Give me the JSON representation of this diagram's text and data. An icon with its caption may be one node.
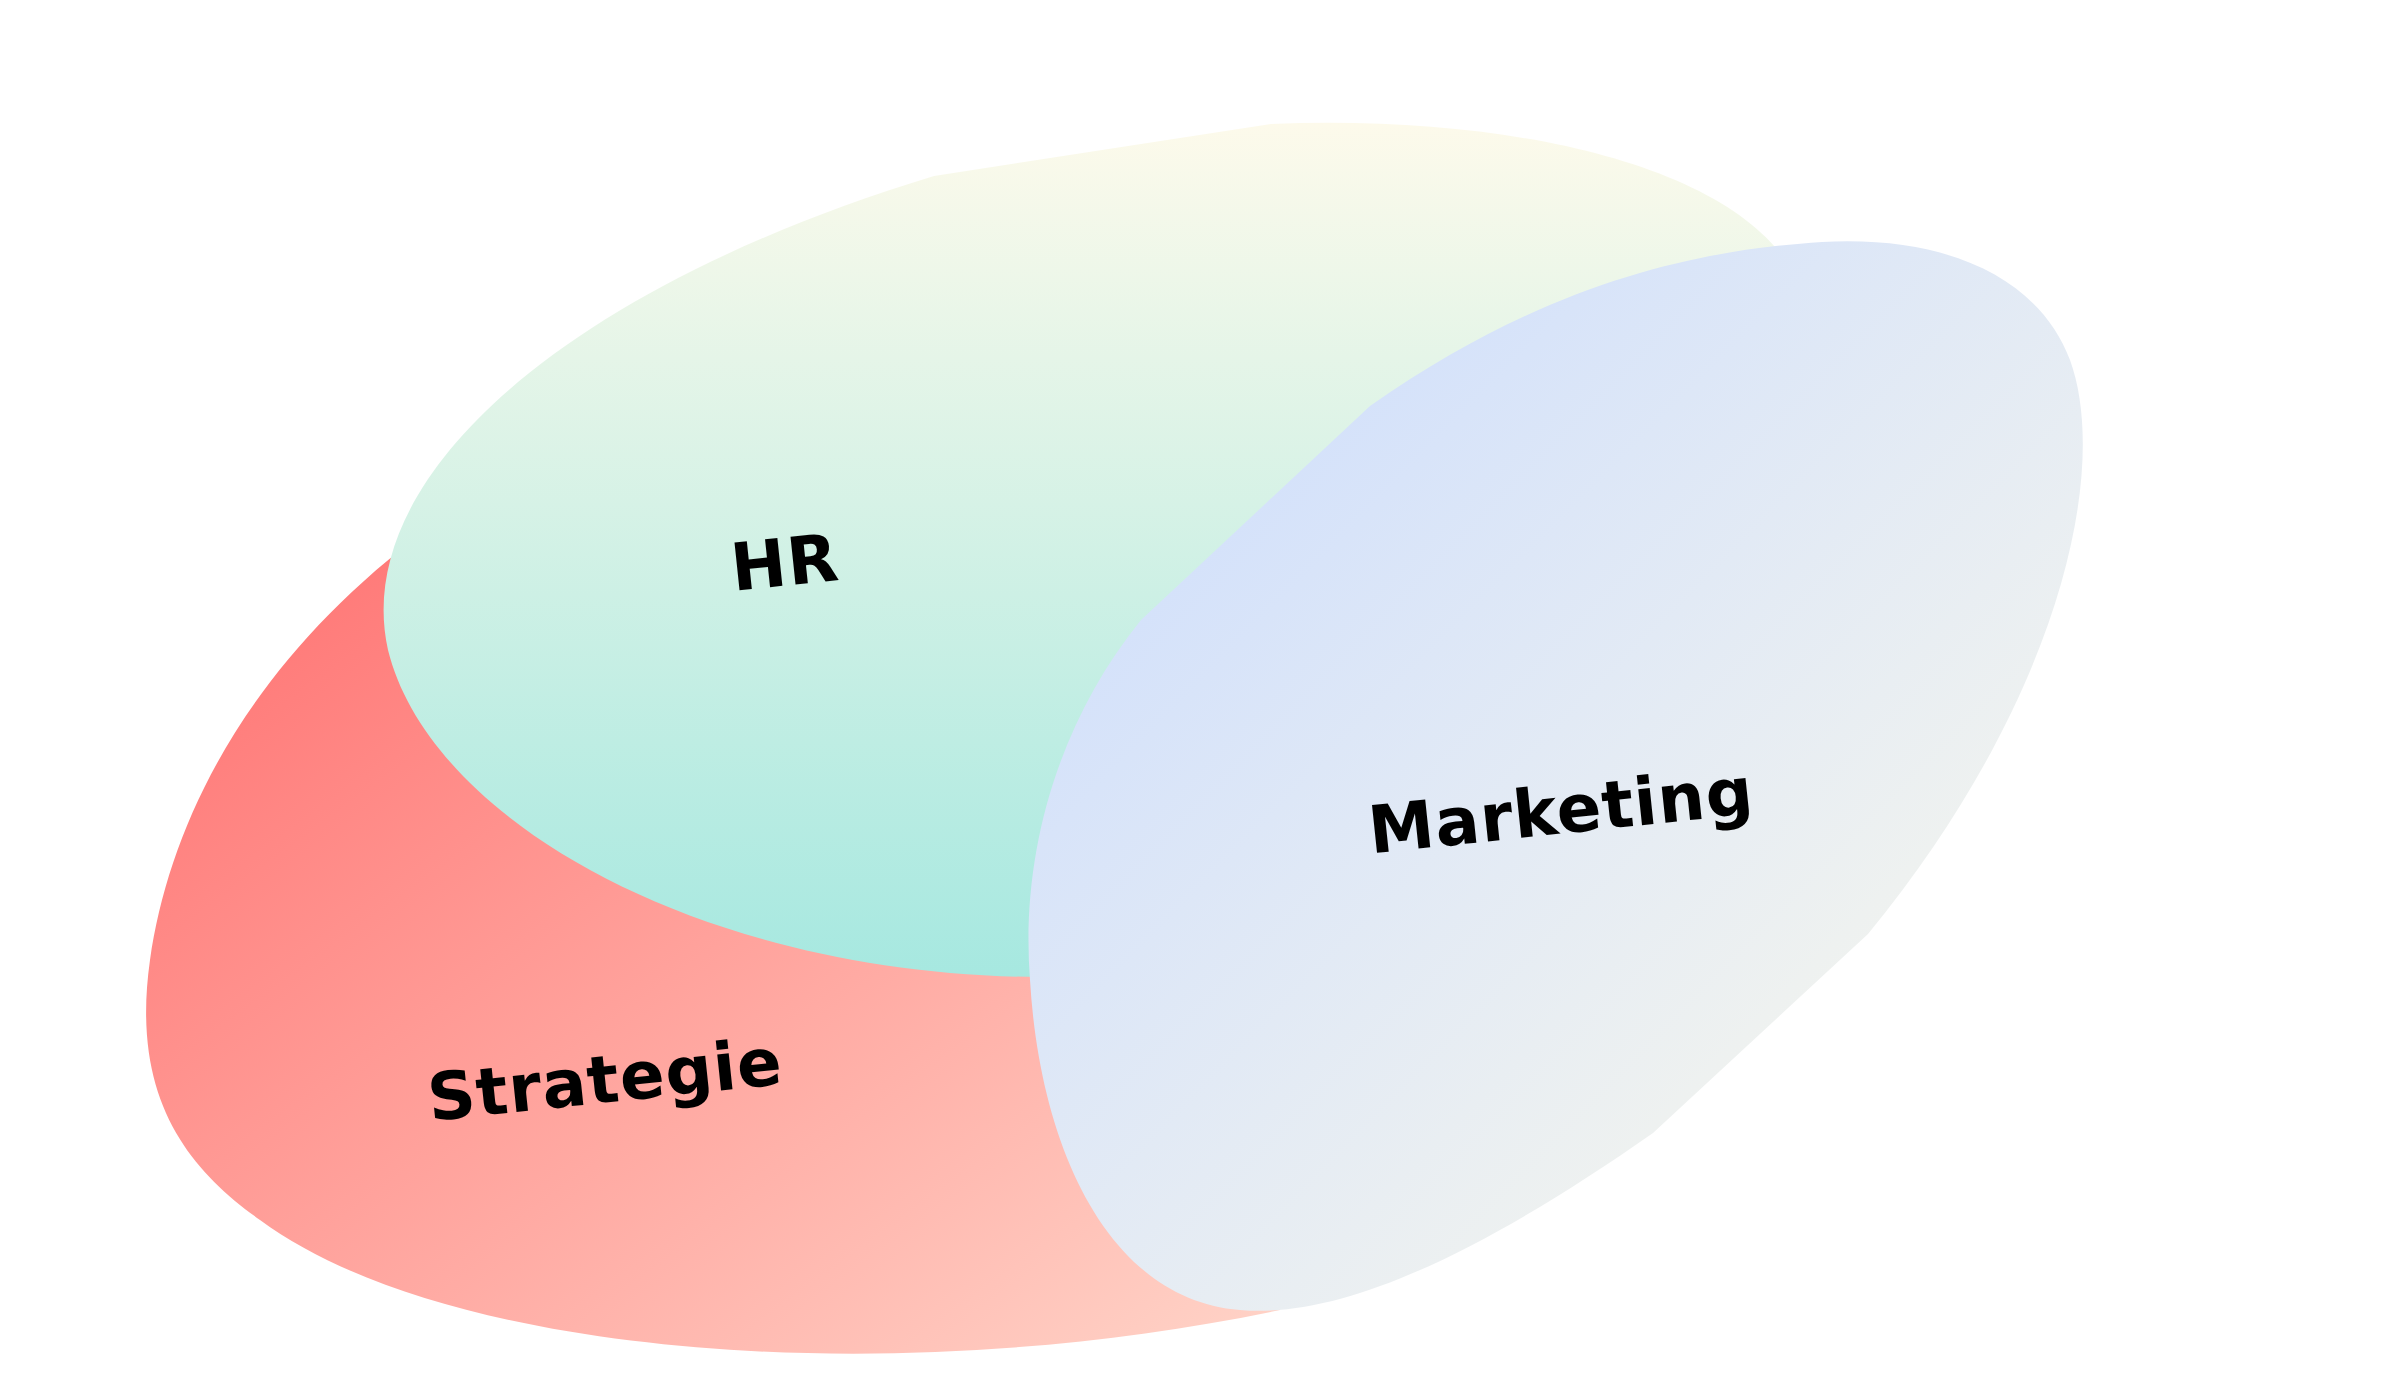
{
  "diagram": {
    "nodes": [
      {
        "text": [
          "HR"
        ]
      },
      {
        "text": [
          "Marketing"
        ]
      },
      {
        "text": [
          "Strategie"
        ]
      }
    ],
    "edges": []
  }
}
